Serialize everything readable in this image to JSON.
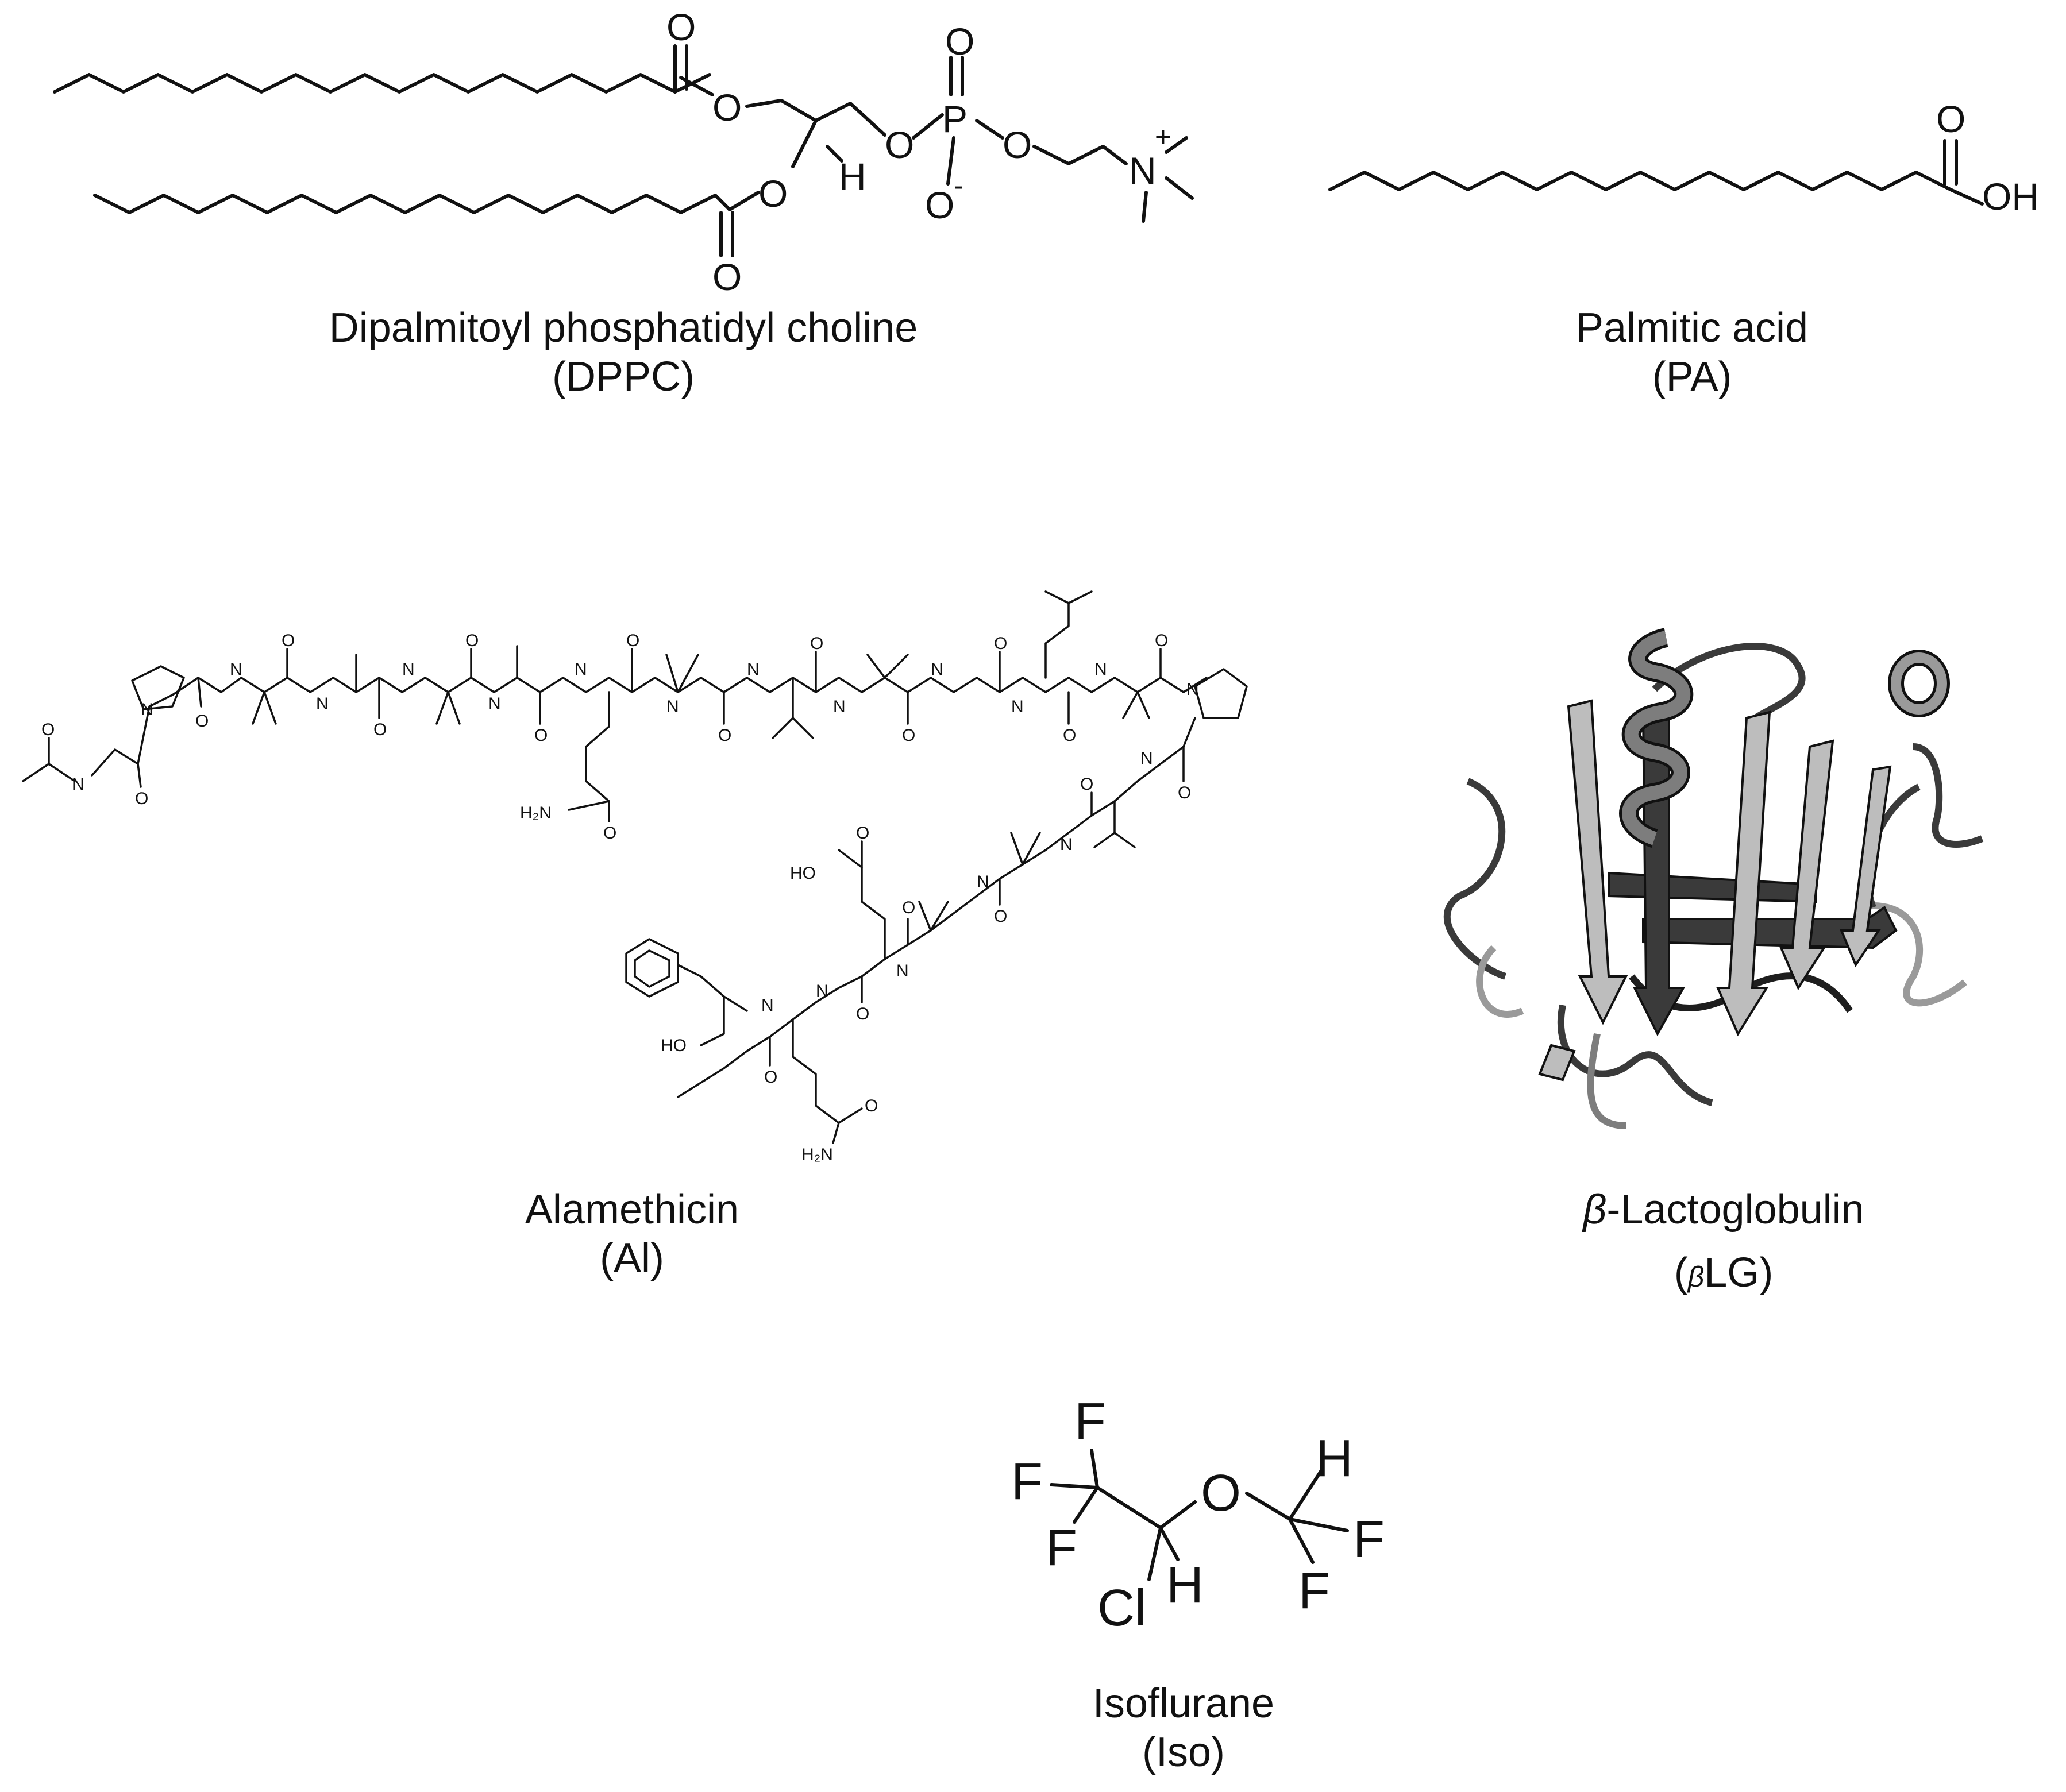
{
  "molecules": {
    "dppc": {
      "name": "Dipalmitoyl phosphatidyl choline",
      "abbr": "(DPPC)"
    },
    "pa": {
      "name": "Palmitic acid",
      "abbr": "(PA)"
    },
    "al": {
      "name": "Alamethicin",
      "abbr": "(Al)"
    },
    "blg": {
      "name_prefix": "β",
      "name_rest": "-Lactoglobulin",
      "abbr_open": "(",
      "abbr_greek": "β",
      "abbr_rest": "LG)"
    },
    "iso": {
      "name": "Isoflurane",
      "abbr": "(Iso)"
    }
  },
  "atoms": {
    "O": "O",
    "P": "P",
    "H": "H",
    "N": "N",
    "plus": "+",
    "minus": "-",
    "OH": "OH",
    "HO": "HO",
    "H2N": "H₂N",
    "F": "F",
    "Cl": "Cl",
    "NH": "N",
    "Hsmall": "H"
  },
  "colors": {
    "ink": "#111111",
    "protein_dark": "#3a3a3a",
    "protein_mid": "#7d7d7d",
    "protein_light": "#bdbdbd"
  }
}
